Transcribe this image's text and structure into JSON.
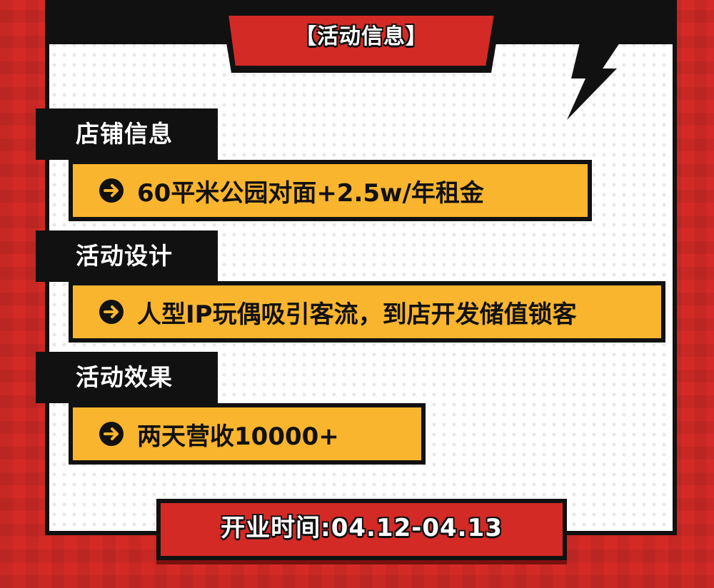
{
  "header": {
    "title": "【活动信息】"
  },
  "sections": [
    {
      "label": "店铺信息",
      "content": "60平米公园对面+2.5w/年租金",
      "icon": "arrow-right-circle-icon"
    },
    {
      "label": "活动设计",
      "content": "人型IP玩偶吸引客流，到店开发储值锁客",
      "icon": "arrow-right-circle-icon"
    },
    {
      "label": "活动效果",
      "content": "两天营收10000+",
      "icon": "arrow-right-circle-icon"
    }
  ],
  "footer": {
    "opening_time": "开业时间:04.12-04.13"
  },
  "colors": {
    "background_red": "#d42a26",
    "accent_yellow": "#f9b52e",
    "ink": "#111111",
    "panel_white": "#ffffff"
  }
}
